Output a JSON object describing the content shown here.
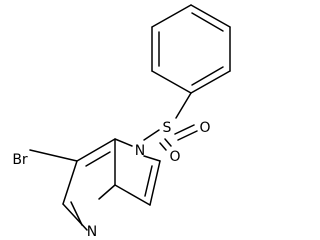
{
  "atoms": {
    "bromine": "Br",
    "ring_nitrogen_1": "N",
    "pyridine_nitrogen": "N",
    "sulfur": "S",
    "oxygen_left": "O",
    "oxygen_right": "O"
  }
}
